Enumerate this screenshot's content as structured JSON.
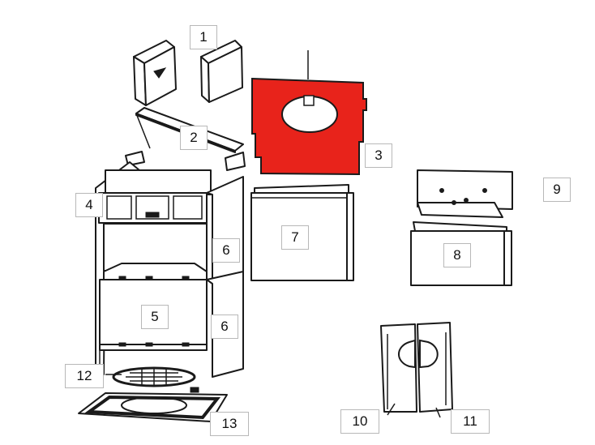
{
  "highlight_color": "#e8231b",
  "highlighted_part": "3",
  "callouts": {
    "c1": "1",
    "c2": "2",
    "c3": "3",
    "c4": "4",
    "c5": "5",
    "c6a": "6",
    "c6b": "6",
    "c7": "7",
    "c8": "8",
    "c9": "9",
    "c10": "10",
    "c11": "11",
    "c12": "12",
    "c13": "13"
  }
}
